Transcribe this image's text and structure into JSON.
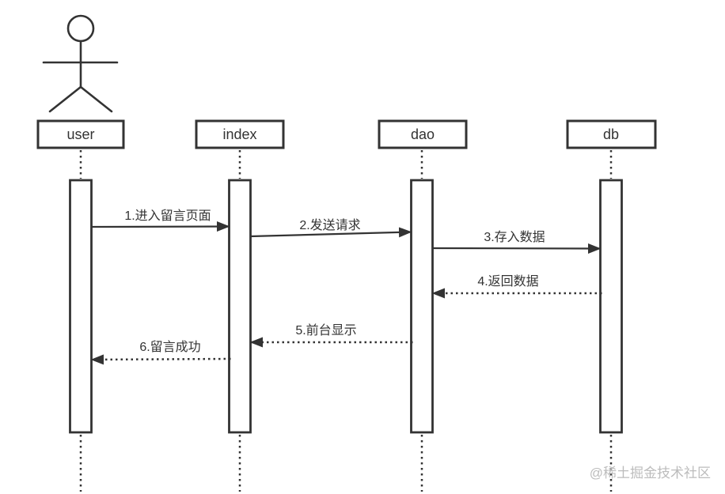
{
  "diagram": {
    "type": "uml-sequence-diagram",
    "watermark": "@稀土掘金技术社区",
    "colors": {
      "line": "#333333",
      "background": "#ffffff",
      "watermark": "#bcbcbc"
    },
    "participants": [
      {
        "id": "user",
        "label": "user",
        "actor": true
      },
      {
        "id": "index",
        "label": "index",
        "actor": false
      },
      {
        "id": "dao",
        "label": "dao",
        "actor": false
      },
      {
        "id": "db",
        "label": "db",
        "actor": false
      }
    ],
    "messages": [
      {
        "order": 1,
        "label": "1.进入留言页面",
        "from": "user",
        "to": "index",
        "style": "solid"
      },
      {
        "order": 2,
        "label": "2.发送请求",
        "from": "index",
        "to": "dao",
        "style": "solid"
      },
      {
        "order": 3,
        "label": "3.存入数据",
        "from": "dao",
        "to": "db",
        "style": "solid"
      },
      {
        "order": 4,
        "label": "4.返回数据",
        "from": "db",
        "to": "dao",
        "style": "dotted"
      },
      {
        "order": 5,
        "label": "5.前台显示",
        "from": "dao",
        "to": "index",
        "style": "dotted"
      },
      {
        "order": 6,
        "label": "6.留言成功",
        "from": "index",
        "to": "user",
        "style": "dotted"
      }
    ]
  }
}
